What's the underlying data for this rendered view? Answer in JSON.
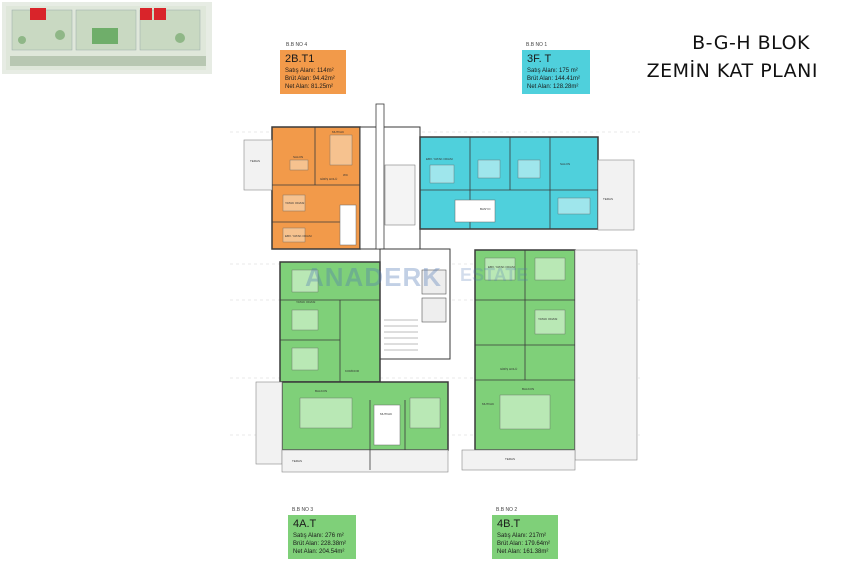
{
  "title_line1": "B-G-H BLOK",
  "title_line2": "ZEMİN KAT PLANI",
  "units": [
    {
      "key": "u2bt1",
      "block_no": "B.B NO 4",
      "code": "2B.T1",
      "satis": "Satış Alanı: 114m²",
      "brut": "Brüt Alan: 94.42m²",
      "net": "Net Alan: 81.25m²",
      "color": "#f29a4a"
    },
    {
      "key": "u3ft",
      "block_no": "B.B NO 1",
      "code": "3F. T",
      "satis": "Satış Alanı: 175 m²",
      "brut": "Brüt Alan: 144.41m²",
      "net": "Net Alan: 128.28m²",
      "color": "#4fd0dc"
    },
    {
      "key": "u4at",
      "block_no": "B.B NO 3",
      "code": "4A.T",
      "satis": "Satış Alanı: 276 m²",
      "brut": "Brüt Alan: 228.38m²",
      "net": "Net Alan: 204.54m²",
      "color": "#7fd079"
    },
    {
      "key": "u4bt",
      "block_no": "B.B NO 2",
      "code": "4B.T",
      "satis": "Satış Alanı: 217m²",
      "brut": "Brüt Alan: 179.64m²",
      "net": "Net Alan: 161.38m²",
      "color": "#7fd079"
    }
  ],
  "rooms": {
    "teras_left": "TERAS",
    "teras_right": "TERAS",
    "teras_bottom_left": "TERAS",
    "teras_bottom_right": "TERAS",
    "salon": "SALON",
    "yatak_odasi": "YATAK ODASI",
    "ebeveyn": "EBV. YATAK ODASI",
    "mutfak": "MUTFAK",
    "antre": "GİRİŞ HOLÜ",
    "banyo": "BANYO",
    "wc": "WC",
    "koridor": "KORİDOR",
    "balkon": "BALKON"
  },
  "watermark": "ANADERK",
  "watermark2": "ESTATE",
  "colors": {
    "orange": "#f29a4a",
    "cyan": "#4fd0dc",
    "green": "#7fd079",
    "wall": "#3a3a3a",
    "keyplan_red": "#d9242a"
  }
}
